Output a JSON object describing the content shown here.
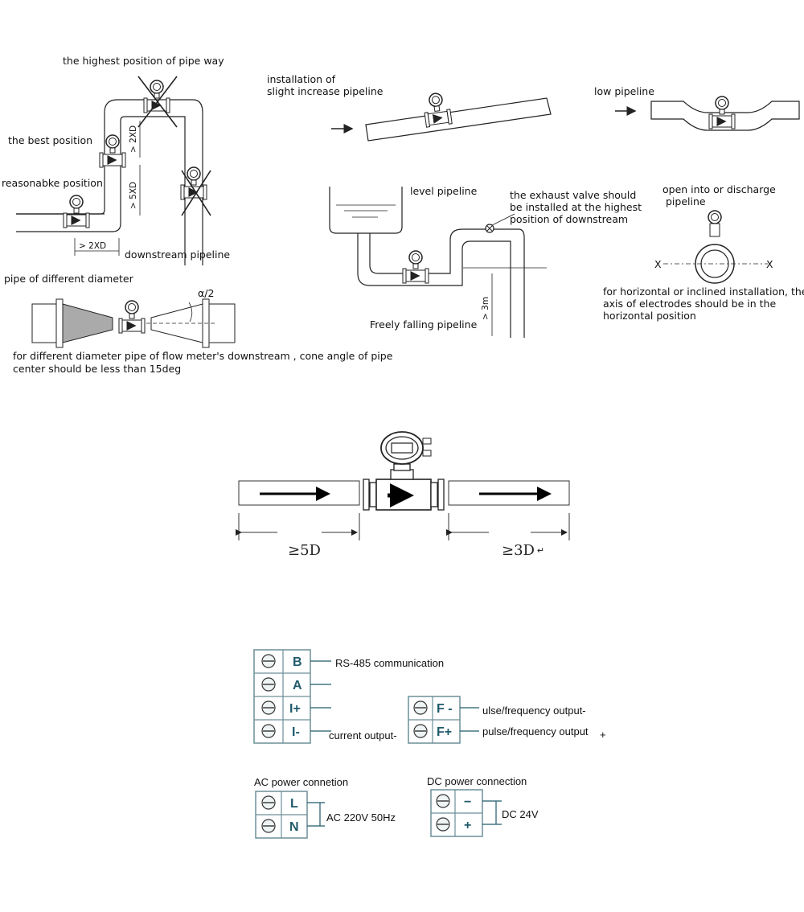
{
  "install_guide": {
    "vertical": {
      "highest_position": "the highest position of pipe way",
      "best_position": "the best position",
      "reasonable_position": "reasonabke position",
      "downstream": "downstream pipeline",
      "dim_2xd_vertical": "> 2XD",
      "dim_5xd_vertical": "> 5XD",
      "dim_2xd_horizontal": "> 2XD"
    },
    "slight_increase": {
      "line1": "installation of",
      "line2": "slight increase pipeline"
    },
    "low_pipeline": "low pipeline",
    "level_pipeline": "level pipeline",
    "exhaust_valve": {
      "line1": "the exhaust valve should",
      "line2": "be installed at the highest",
      "line3": "position of downstream"
    },
    "freely_falling": "Freely falling pipeline",
    "dim_3m": "> 3m",
    "discharge": {
      "line1": "open into or discharge",
      "line2": "pipeline",
      "x_left": "X",
      "x_right": "X"
    },
    "electrodes_note": {
      "line1": "for horizontal or inclined installation, the",
      "line2": "axis of electrodes should be in the",
      "line3": "horizontal position"
    },
    "diff_diameter": {
      "title": "pipe of different diameter",
      "angle": "α/2",
      "note_line1": "for different diameter pipe of flow meter's downstream , cone angle of pipe",
      "note_line2": "center should be less than 15deg"
    }
  },
  "straight_run": {
    "upstream_label": "≥5D",
    "downstream_label": "≥3D",
    "return_mark": "↵"
  },
  "wiring": {
    "signal_block": {
      "terminals": [
        "B",
        "A",
        "I+",
        "I-"
      ],
      "rs485": "RS-485 communication",
      "current_output": "current output-"
    },
    "pulse_block": {
      "terminals": [
        "F -",
        "F+"
      ],
      "pulse_neg": "ulse/frequency output-",
      "pulse_pos": "pulse/frequency output",
      "pulse_pos_sub": "+"
    },
    "ac_block": {
      "title": "AC power connetion",
      "terminals": [
        "L",
        "N"
      ],
      "label": "AC 220V 50Hz"
    },
    "dc_block": {
      "title": "DC power connection",
      "terminals": [
        "−",
        "+"
      ],
      "label": "DC 24V"
    },
    "colors": {
      "terminal_text": "#1f5a6a",
      "border": "#6d8f99",
      "screw_bg": "#eef3f4"
    }
  }
}
